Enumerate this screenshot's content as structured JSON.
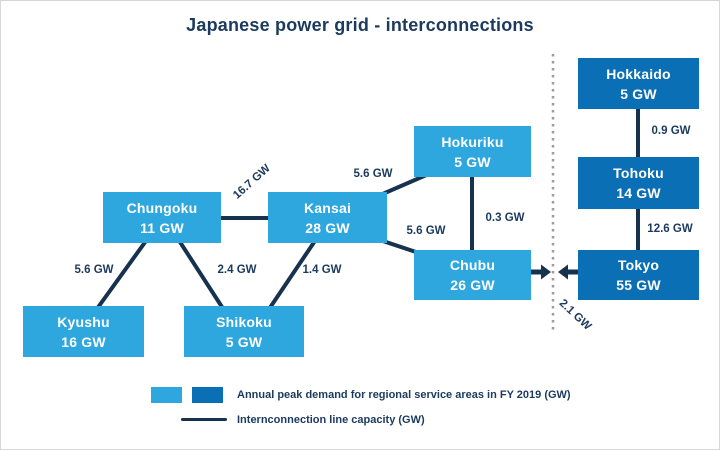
{
  "title": "Japanese power grid - interconnections",
  "nodes": [
    {
      "id": "kyushu",
      "name": "Kyushu",
      "value": "16 GW",
      "style": "light"
    },
    {
      "id": "chungoku",
      "name": "Chungoku",
      "value": "11 GW",
      "style": "light"
    },
    {
      "id": "shikoku",
      "name": "Shikoku",
      "value": "5 GW",
      "style": "light"
    },
    {
      "id": "kansai",
      "name": "Kansai",
      "value": "28 GW",
      "style": "light"
    },
    {
      "id": "hokuriku",
      "name": "Hokuriku",
      "value": "5 GW",
      "style": "light"
    },
    {
      "id": "chubu",
      "name": "Chubu",
      "value": "26 GW",
      "style": "light"
    },
    {
      "id": "tokyo",
      "name": "Tokyo",
      "value": "55 GW",
      "style": "dark"
    },
    {
      "id": "tohoku",
      "name": "Tohoku",
      "value": "14 GW",
      "style": "dark"
    },
    {
      "id": "hokkaido",
      "name": "Hokkaido",
      "value": "5 GW",
      "style": "dark"
    }
  ],
  "edges": [
    {
      "from": "Kyushu",
      "to": "Chungoku",
      "label": "5.6 GW"
    },
    {
      "from": "Chungoku",
      "to": "Shikoku",
      "label": "2.4 GW"
    },
    {
      "from": "Shikoku",
      "to": "Kansai",
      "label": "1.4 GW"
    },
    {
      "from": "Chungoku",
      "to": "Kansai",
      "label": "16.7 GW"
    },
    {
      "from": "Kansai",
      "to": "Hokuriku",
      "label": "5.6 GW"
    },
    {
      "from": "Kansai",
      "to": "Chubu",
      "label": "5.6 GW"
    },
    {
      "from": "Hokuriku",
      "to": "Chubu",
      "label": "0.3 GW"
    },
    {
      "from": "Chubu",
      "to": "Tokyo",
      "label": "2.1 GW"
    },
    {
      "from": "Tokyo",
      "to": "Tohoku",
      "label": "12.6 GW"
    },
    {
      "from": "Tohoku",
      "to": "Hokkaido",
      "label": "0.9 GW"
    }
  ],
  "legend": {
    "demand_label": "Annual peak demand for regional service areas in FY 2019 (GW)",
    "line_label": "Internconnection line capacity (GW)"
  },
  "colors": {
    "light_box": "#2ea7df",
    "dark_box": "#0a6fb5",
    "line": "#16324f",
    "text": "#1b3a5e",
    "frequency_boundary_dotted": "#9c9c9c"
  }
}
